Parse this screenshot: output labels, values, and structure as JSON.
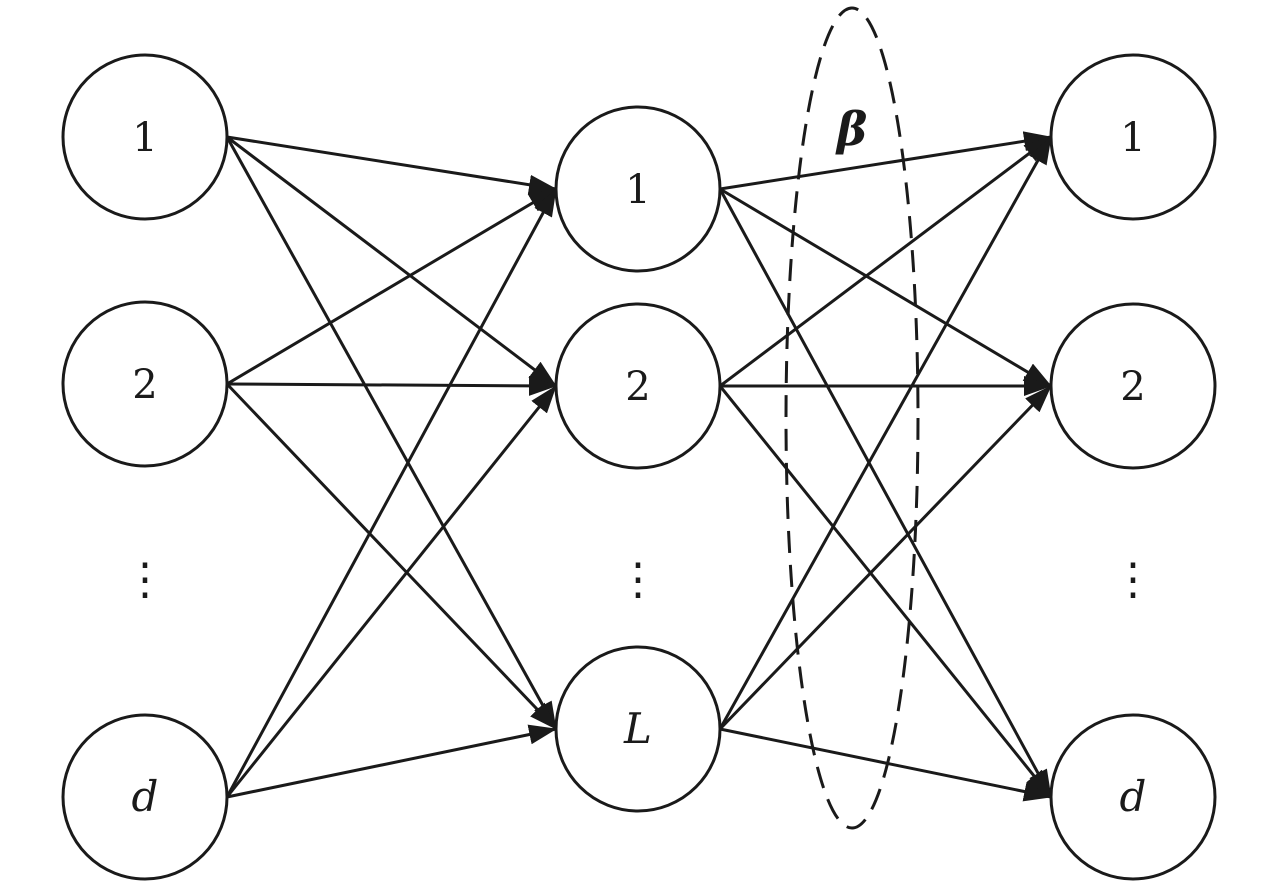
{
  "diagram": {
    "type": "neural-network",
    "stroke_color": "#1a1a1a",
    "background": "#ffffff",
    "layers": [
      {
        "id": "input",
        "nodes": [
          "1",
          "2",
          "d"
        ],
        "ellipsis": "⋮"
      },
      {
        "id": "hidden",
        "nodes": [
          "1",
          "2",
          "L"
        ],
        "ellipsis": "⋮"
      },
      {
        "id": "output",
        "nodes": [
          "1",
          "2",
          "d"
        ],
        "ellipsis": "⋮"
      }
    ],
    "weights_label": "β",
    "connections": "fully-connected"
  }
}
